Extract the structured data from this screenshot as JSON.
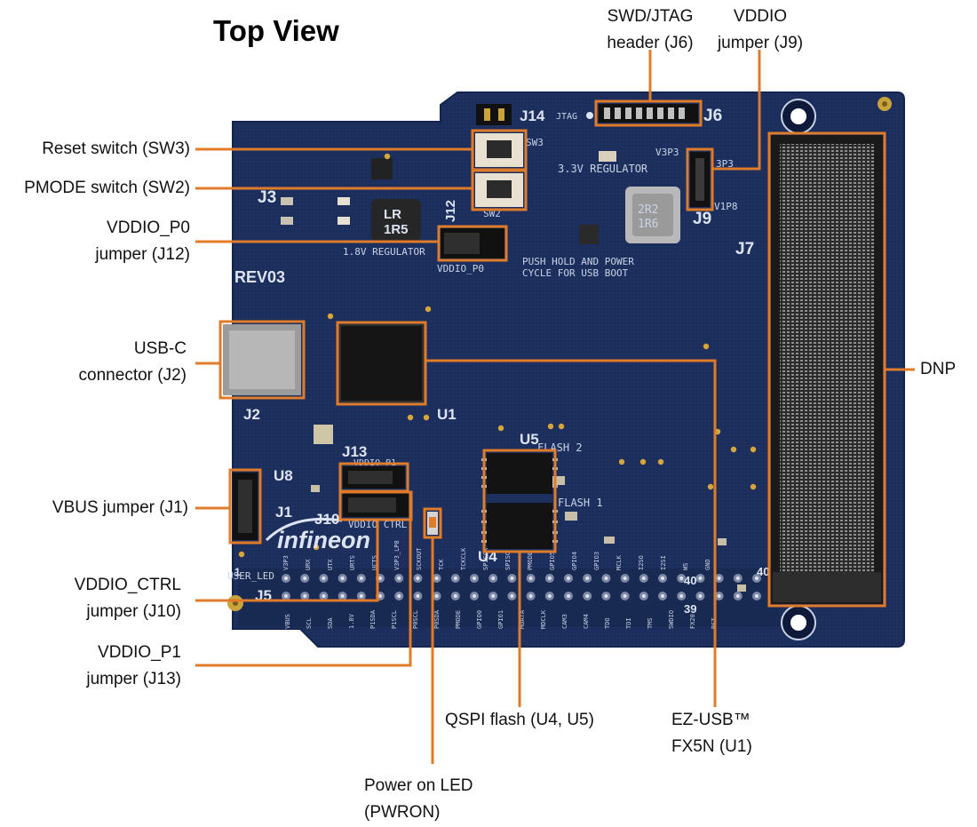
{
  "title": "Top View",
  "colors": {
    "callout": "#e07b2a",
    "pcb": "#1f3468",
    "pcb_dark": "#16264f",
    "silkscreen": "#c9d3e6"
  },
  "callouts": {
    "swd_jtag": [
      "SWD/JTAG",
      "header (J6)"
    ],
    "vddio_j9": [
      "VDDIO",
      "jumper (J9)"
    ],
    "reset": [
      "Reset switch (SW3)"
    ],
    "pmode": [
      "PMODE switch (SW2)"
    ],
    "vddio_p0": [
      "VDDIO_P0",
      "jumper (J12)"
    ],
    "usbc": [
      "USB-C",
      "connector (J2)"
    ],
    "dnp": [
      "DNP"
    ],
    "vbus": [
      "VBUS jumper (J1)"
    ],
    "vddio_ctrl": [
      "VDDIO_CTRL",
      "jumper (J10)"
    ],
    "vddio_p1": [
      "VDDIO_P1",
      "jumper (J13)"
    ],
    "qspi": [
      "QSPI flash (U4, U5)"
    ],
    "ezusb": [
      "EZ-USB™",
      "FX5N (U1)"
    ],
    "pwron": [
      "Power on LED",
      "(PWRON)"
    ]
  },
  "board": {
    "ref_labels": {
      "j3": "J3",
      "j14": "J14",
      "jtag": "JTAG",
      "j6": "J6",
      "j9": "J9",
      "j7": "J7",
      "j2": "J2",
      "u1": "U1",
      "u5": "U5",
      "u4": "U4",
      "j13": "J13",
      "u8": "U8",
      "j1": "J1",
      "j10": "J10",
      "j5": "J5",
      "j12": "J12",
      "sw3": "SW3",
      "sw2": "SW2",
      "rev": "REV03",
      "flash2": "FLASH 2",
      "flash1": "FLASH 1",
      "pin40a": "40",
      "pin40b": "40",
      "pin39": "39",
      "pin1": "1",
      "v3p3": "V3P3",
      "v3p3b": "3P3",
      "v1p8": "V1P8"
    },
    "silkscreen": {
      "reg33": "3.3V REGULATOR",
      "reg18": "1.8V REGULATOR",
      "inductor_left": [
        "LR",
        "1R5"
      ],
      "inductor_right": [
        "2R2",
        "1R6"
      ],
      "push_hold": [
        "PUSH HOLD AND POWER",
        "CYCLE FOR USB BOOT"
      ],
      "vddio_p0": "VDDIO_P0",
      "vddio_p1": "VDDIO P1",
      "vddio_ctrl": "VDDIO CTRL",
      "user_led": "USER_LED",
      "logo": "infineon",
      "header_top": [
        "V3P3",
        "URX",
        "UTX",
        "URTS",
        "UCTS",
        "V3P3_LP8",
        "SCKOUT",
        "TCK",
        "TCKCLK",
        "SPISCK",
        "SPISO",
        "PMODE",
        "GPIO5",
        "GPIO4",
        "GPIO3",
        "MCLK",
        "I2SO",
        "I2SI",
        "WS",
        "GND"
      ],
      "header_bottom": [
        "VBUS",
        "SCL",
        "SDA",
        "1.8V",
        "P1SDA",
        "P1SCL",
        "P0SCL",
        "P0SDA",
        "PMODE",
        "GPIO0",
        "GPIO1",
        "MDATA",
        "MDCLK",
        "CAM3",
        "CAM4",
        "TDO",
        "TDI",
        "TMS",
        "SWDIO",
        "FX20",
        "RST"
      ]
    }
  }
}
